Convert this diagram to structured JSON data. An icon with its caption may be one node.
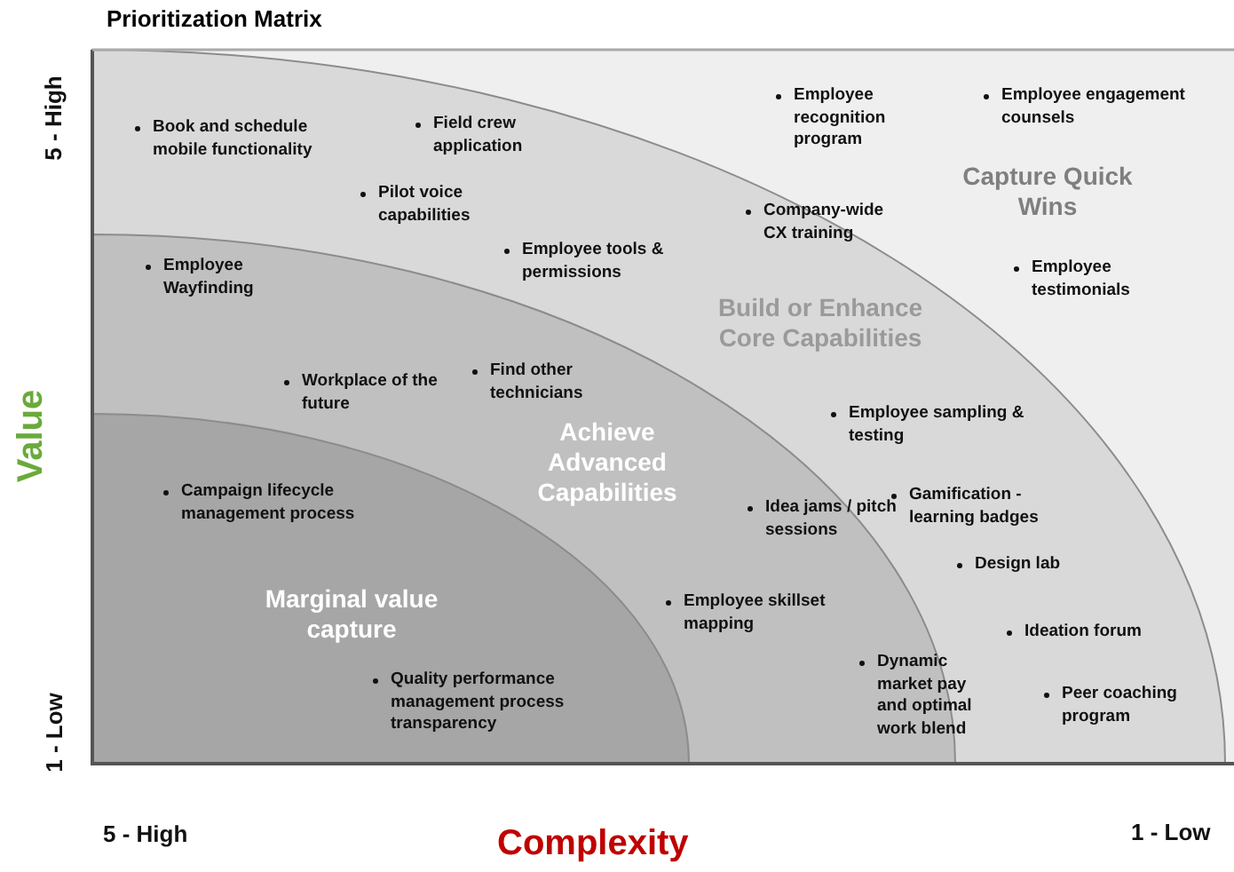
{
  "diagram": {
    "title": "Prioritization Matrix",
    "nodes": [
      {
        "text": [
          "Capture Quick Wins"
        ]
      },
      {
        "text": [
          "Build or Enhance Core Capabilities"
        ],
        "in": 0
      },
      {
        "text": [
          "Achieve Advanced Capabilities"
        ],
        "in": 1
      },
      {
        "text": [
          "Marginal value capture"
        ],
        "in": 2
      }
    ],
    "edges": [],
    "labels": [
      "5 - High",
      "Value",
      "1 - Low",
      "Employee recognition program",
      "Employee engagement counsels",
      "Book and schedule mobile functionality",
      "Field crew application",
      "Pilot voice capabilities",
      "Company-wide CX training",
      "Employee tools & permissions",
      "Employee Wayfinding",
      "Employee testimonials",
      "Find other technicians",
      "Workplace of the future",
      "Employee sampling & testing",
      "Campaign lifecycle management process",
      "Gamification - learning badges",
      "Idea jams / pitch sessions",
      "Design lab",
      "Employee skillset mapping",
      "Ideation forum",
      "Dynamic market pay and optimal work blend",
      "Quality performance management process transparency",
      "Peer coaching program",
      "5 - High",
      "Complexity",
      "1 - Low"
    ]
  }
}
